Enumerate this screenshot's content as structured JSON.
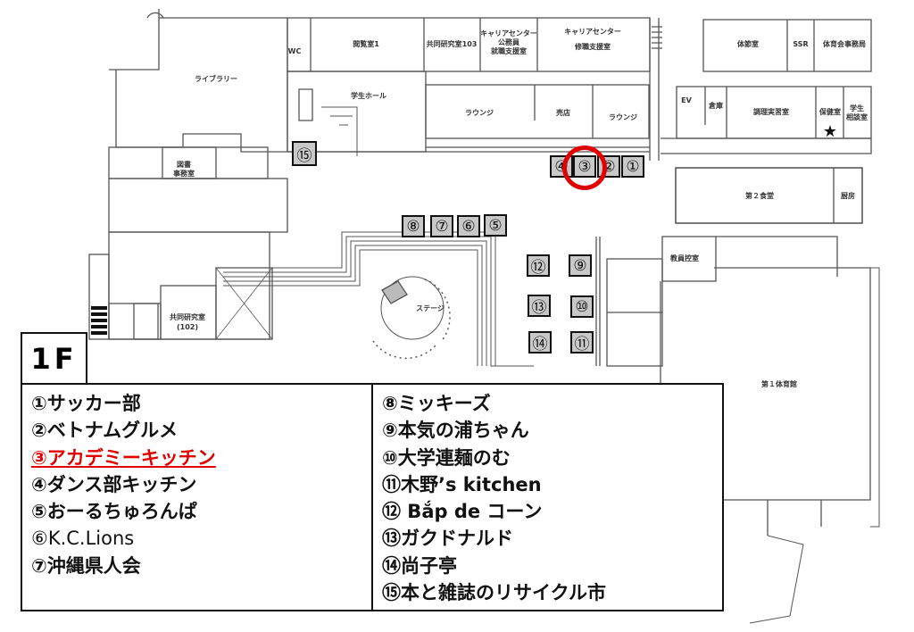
{
  "floor": "1F",
  "highlight_color": "#e00000",
  "rooms": {
    "library": "ライブラリー",
    "viewing_room": "閲覧室1",
    "joint_research_103": "共同研究室103",
    "career_center_civil": [
      "キャリアセンター",
      "公務員",
      "就職支援室"
    ],
    "career_center_support": [
      "キャリアセンター",
      "修職支援室"
    ],
    "student_hall": "学生ホール",
    "lounge": "ラウンジ",
    "shop": "売店",
    "lounge2": "ラウンジ",
    "gym_prep": "体節室",
    "ssr": "SSR",
    "athletic_office": "体育会事務局",
    "ev": "EV",
    "storage": "倉庫",
    "cooking_room": "調理実習室",
    "health_room": "保健室",
    "student_consult": [
      "学生",
      "相談室"
    ],
    "cafeteria2": "第２食堂",
    "kitchen": "厨房",
    "library_office": [
      "図書",
      "事務室"
    ],
    "joint_research_102": [
      "共同研究室",
      "(102)"
    ],
    "stage": "ステージ",
    "staff_room": "教員控室",
    "gym1": "第１体育館",
    "wc": "WC"
  },
  "booths": [
    "①",
    "②",
    "③",
    "④",
    "⑤",
    "⑥",
    "⑦",
    "⑧",
    "⑨",
    "⑩",
    "⑪",
    "⑫",
    "⑬",
    "⑭",
    "⑮"
  ],
  "legend": {
    "left": [
      "①サッカー部",
      "②ベトナムグルメ",
      "③アカデミーキッチン",
      "④ダンス部キッチン",
      "⑤おーるちゅろんぱ",
      "⑥K.C.Lions",
      "⑦沖縄県人会"
    ],
    "right": [
      "⑧ミッキーズ",
      "⑨本気の浦ちゃん",
      "⑩大学連麺のむ",
      "⑪木野’s kitchen",
      "⑫ Bắp de コーン",
      "⑬ガクドナルド",
      "⑭尚子亭",
      "⑮本と雑誌のリサイクル市"
    ],
    "highlighted_index": 2
  }
}
